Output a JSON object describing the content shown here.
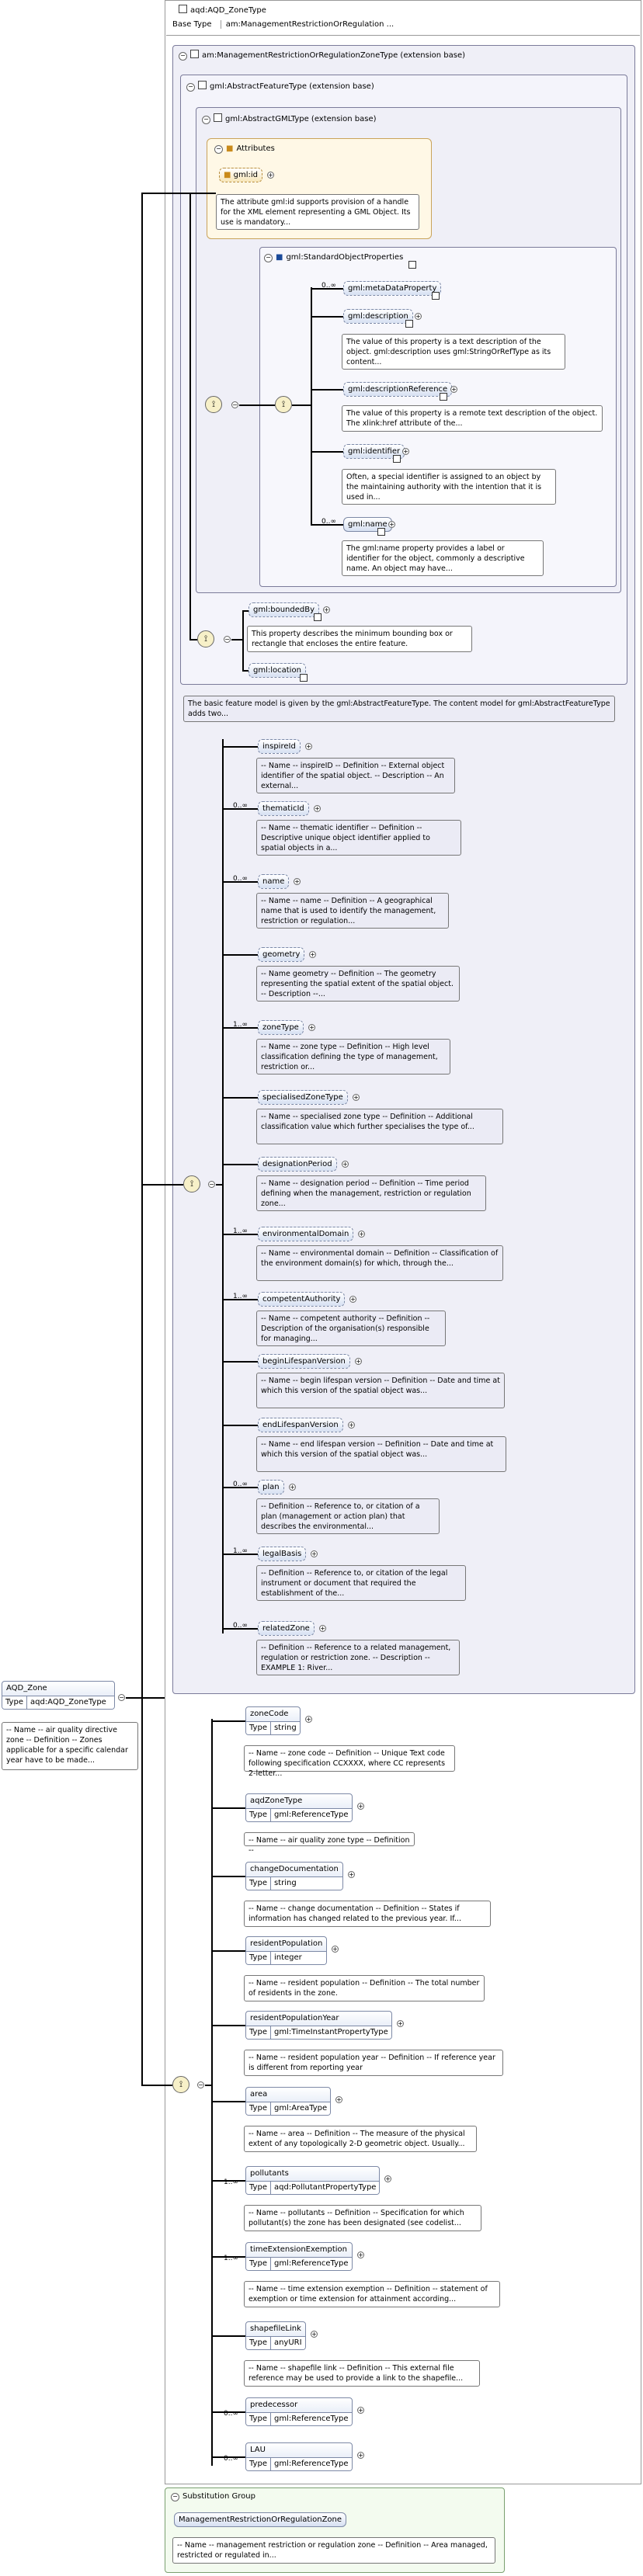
{
  "header": {
    "zone_type_title": "aqd:AQD_ZoneType",
    "base_type_label": "Base Type",
    "base_type_value": "am:ManagementRestrictionOrRegulation ..."
  },
  "containers": {
    "mrr": "am:ManagementRestrictionOrRegulationZoneType (extension base)",
    "aft": "gml:AbstractFeatureType (extension base)",
    "agt": "gml:AbstractGMLType (extension base)",
    "attributes": "Attributes",
    "sop": "gml:StandardObjectProperties",
    "substitution": "Substitution Group"
  },
  "gml_id": {
    "name": "gml:id",
    "doc": "The attribute gml:id supports provision of a handle for the XML element representing a GML Object. Its use is mandatory..."
  },
  "sop_items": [
    {
      "name": "gml:metaDataProperty",
      "occ": "0..∞",
      "doc": ""
    },
    {
      "name": "gml:description",
      "occ": "",
      "doc": "The value of this property is a text description of the object. gml:description uses gml:StringOrRefType as its content..."
    },
    {
      "name": "gml:descriptionReference",
      "occ": "",
      "doc": "The value of this property is a remote text description of the object. The xlink:href attribute of the..."
    },
    {
      "name": "gml:identifier",
      "occ": "",
      "doc": "Often, a special identifier is assigned to an object by the maintaining authority with the intention that it is used in..."
    },
    {
      "name": "gml:name",
      "occ": "0..∞",
      "doc": "The gml:name property provides a label or identifier for the object, commonly a descriptive name. An object may have..."
    }
  ],
  "bounded_by": {
    "name": "gml:boundedBy",
    "doc": "This property describes the minimum bounding box or rectangle that encloses the entire feature."
  },
  "location": {
    "name": "gml:location"
  },
  "aft_doc": "The basic feature model is given by the gml:AbstractFeatureType. The content model for gml:AbstractFeatureType adds two...",
  "mrr_items": [
    {
      "name": "inspireId",
      "occ": "",
      "doc": "-- Name -- inspireID -- Definition -- External object identifier of the spatial object. -- Description -- An external..."
    },
    {
      "name": "thematicId",
      "occ": "0..∞",
      "doc": "-- Name -- thematic identifier -- Definition -- Descriptive unique object identifier applied to spatial objects in a..."
    },
    {
      "name": "name",
      "occ": "0..∞",
      "doc": "-- Name -- name -- Definition -- A geographical name that is used to identify the management, restriction or regulation..."
    },
    {
      "name": "geometry",
      "occ": "",
      "doc": "-- Name geometry -- Definition -- The geometry representing the spatial extent of the spatial object. -- Description --..."
    },
    {
      "name": "zoneType",
      "occ": "1..∞",
      "doc": "-- Name -- zone type -- Definition -- High level classification defining the type of management, restriction or..."
    },
    {
      "name": "specialisedZoneType",
      "occ": "",
      "doc": "-- Name -- specialised zone type -- Definition -- Additional classification value which further specialises the type of..."
    },
    {
      "name": "designationPeriod",
      "occ": "",
      "doc": "-- Name -- designation period -- Definition -- Time period defining when the management, restriction or regulation zone..."
    },
    {
      "name": "environmentalDomain",
      "occ": "1..∞",
      "doc": "-- Name -- environmental domain -- Definition -- Classification of the environment domain(s) for which, through the..."
    },
    {
      "name": "competentAuthority",
      "occ": "1..∞",
      "doc": "-- Name -- competent authority -- Definition -- Description of the organisation(s) responsible for managing..."
    },
    {
      "name": "beginLifespanVersion",
      "occ": "",
      "doc": "-- Name -- begin lifespan version -- Definition -- Date and time at which this version of the spatial object was..."
    },
    {
      "name": "endLifespanVersion",
      "occ": "",
      "doc": "-- Name -- end lifespan version -- Definition -- Date and time at which this version of the spatial object was..."
    },
    {
      "name": "plan",
      "occ": "0..∞",
      "doc": "-- Definition -- Reference to, or citation of a plan (management or action plan) that describes the environmental..."
    },
    {
      "name": "legalBasis",
      "occ": "1..∞",
      "doc": "-- Definition -- Reference to, or citation of the legal instrument or document that required the establishment of the..."
    },
    {
      "name": "relatedZone",
      "occ": "0..∞",
      "doc": "-- Definition -- Reference to a related management, regulation or restriction zone. -- Description -- EXAMPLE 1: River..."
    }
  ],
  "root": {
    "name": "AQD_Zone",
    "type_label": "Type",
    "type_value": "aqd:AQD_ZoneType",
    "doc": "-- Name -- air quality directive zone -- Definition -- Zones applicable for a specific calendar year have to be made..."
  },
  "aqd_items": [
    {
      "name": "zoneCode",
      "occ": "",
      "type": "string",
      "doc": "-- Name -- zone code -- Definition -- Unique Text code following specification CCXXXX, where CC represents 2-letter..."
    },
    {
      "name": "aqdZoneType",
      "occ": "",
      "type": "gml:ReferenceType",
      "doc": "-- Name -- air quality zone type -- Definition --"
    },
    {
      "name": "changeDocumentation",
      "occ": "",
      "type": "string",
      "doc": "-- Name -- change documentation -- Definition -- States if information has changed related to the previous year. If..."
    },
    {
      "name": "residentPopulation",
      "occ": "",
      "type": "integer",
      "doc": "-- Name -- resident population -- Definition -- The total number of residents in the zone."
    },
    {
      "name": "residentPopulationYear",
      "occ": "",
      "type": "gml:TimeInstantPropertyType",
      "doc": "-- Name -- resident population year -- Definition -- If reference year is different from reporting year"
    },
    {
      "name": "area",
      "occ": "",
      "type": "gml:AreaType",
      "doc": "-- Name -- area -- Definition -- The measure of the physical extent of any topologically 2-D geometric object. Usually..."
    },
    {
      "name": "pollutants",
      "occ": "1..∞",
      "type": "aqd:PollutantPropertyType",
      "doc": "-- Name -- pollutants -- Definition -- Specification for which pollutant(s) the zone has been designated (see codelist..."
    },
    {
      "name": "timeExtensionExemption",
      "occ": "1..∞",
      "type": "gml:ReferenceType",
      "doc": "-- Name -- time extension exemption -- Definition -- statement of exemption or time extension for attainment according..."
    },
    {
      "name": "shapefileLink",
      "occ": "",
      "type": "anyURI",
      "doc": "-- Name -- shapefile link -- Definition -- This external file reference may be used to provide a link to the shapefile..."
    },
    {
      "name": "predecessor",
      "occ": "0..∞",
      "type": "gml:ReferenceType",
      "doc": ""
    },
    {
      "name": "LAU",
      "occ": "0..∞",
      "type": "gml:ReferenceType",
      "doc": ""
    }
  ],
  "substitution": {
    "name": "ManagementRestrictionOrRegulationZone",
    "doc": "-- Name -- management restriction or regulation zone -- Definition -- Area managed, restricted or regulated in..."
  },
  "type_label": "Type",
  "colors": {
    "pill": "#d6e0f2",
    "doc": "#ebebf5",
    "attributes": "#fff8e6",
    "substitution": "#f3fbef"
  }
}
